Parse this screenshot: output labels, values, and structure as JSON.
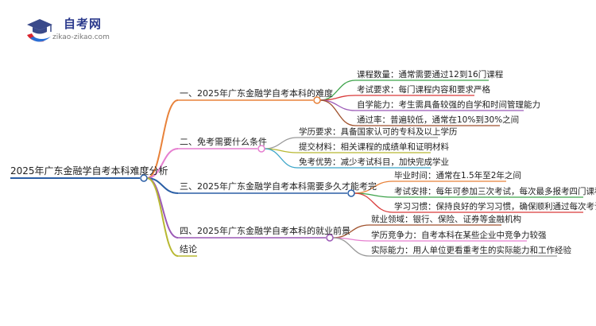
{
  "logo": {
    "title": "自考网",
    "subtitle": "zikao-zikao.com",
    "icon": "graduation-cap-icon",
    "colors": {
      "cap": "#3a4a8a",
      "swoosh_red": "#d9232d",
      "swoosh_blue": "#2a6fd6"
    }
  },
  "root": {
    "label": "2025年广东金融学自考本科难度分析",
    "color": "#2b5fa6"
  },
  "branches": [
    {
      "label": "一、2025年广东金融学自考本科的难度",
      "color": "#e8823a",
      "children": [
        {
          "label": "课程数量：通常需要通过12到16门课程",
          "color": "#3da34a"
        },
        {
          "label": "考试要求：每门课程内容和要求严格",
          "color": "#d93b3b"
        },
        {
          "label": "自学能力：考生需具备较强的自学和时间管理能力",
          "color": "#9b59b6"
        },
        {
          "label": "通过率：普遍较低，通常在10%到30%之间",
          "color": "#a0522d"
        }
      ]
    },
    {
      "label": "二、免考需要什么条件",
      "color": "#e67fd0",
      "children": [
        {
          "label": "学历要求：具备国家认可的专科及以上学历",
          "color": "#999999"
        },
        {
          "label": "提交材料：相关课程的成绩单和证明材料",
          "color": "#b8b832"
        },
        {
          "label": "免考优势：减少考试科目，加快完成学业",
          "color": "#3aa5c8"
        }
      ]
    },
    {
      "label": "三、2025年广东金融学自考本科需要多久才能考完",
      "color": "#2b5fa6",
      "children": [
        {
          "label": "毕业时间：通常在1.5年至2年之间",
          "color": "#e8823a"
        },
        {
          "label": "考试安排：每年可参加三次考试，每次最多报考四门课程",
          "color": "#3da34a"
        },
        {
          "label": "学习习惯：保持良好的学习习惯，确保顺利通过每次考试",
          "color": "#d93b3b"
        }
      ]
    },
    {
      "label": "四、2025年广东金融学自考本科的就业前景",
      "color": "#9b59b6",
      "children": [
        {
          "label": "就业领域：银行、保险、证券等金融机构",
          "color": "#a0522d"
        },
        {
          "label": "学历竞争力：自考本科在某些企业中竞争力较强",
          "color": "#e67fd0"
        },
        {
          "label": "实际能力：用人单位更看重考生的实际能力和工作经验",
          "color": "#999999"
        }
      ]
    },
    {
      "label": "结论",
      "color": "#b8b832",
      "children": []
    }
  ]
}
